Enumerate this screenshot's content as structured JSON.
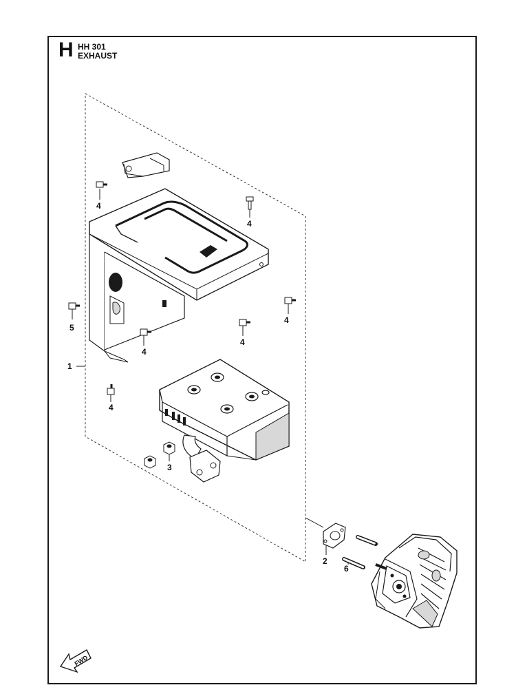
{
  "header": {
    "section_letter": "H",
    "model_code": "HH 301",
    "section_name": "EXHAUST"
  },
  "callouts": {
    "c1": "1",
    "c2": "2",
    "c3": "3",
    "c4a": "4",
    "c4b": "4",
    "c4c": "4",
    "c4d": "4",
    "c4e": "4",
    "c4f": "4",
    "c5": "5",
    "c6": "6"
  },
  "fwd_label": "FWD",
  "colors": {
    "line": "#1a1a1a",
    "fill": "#ffffff",
    "shade": "#d8d8d8"
  }
}
